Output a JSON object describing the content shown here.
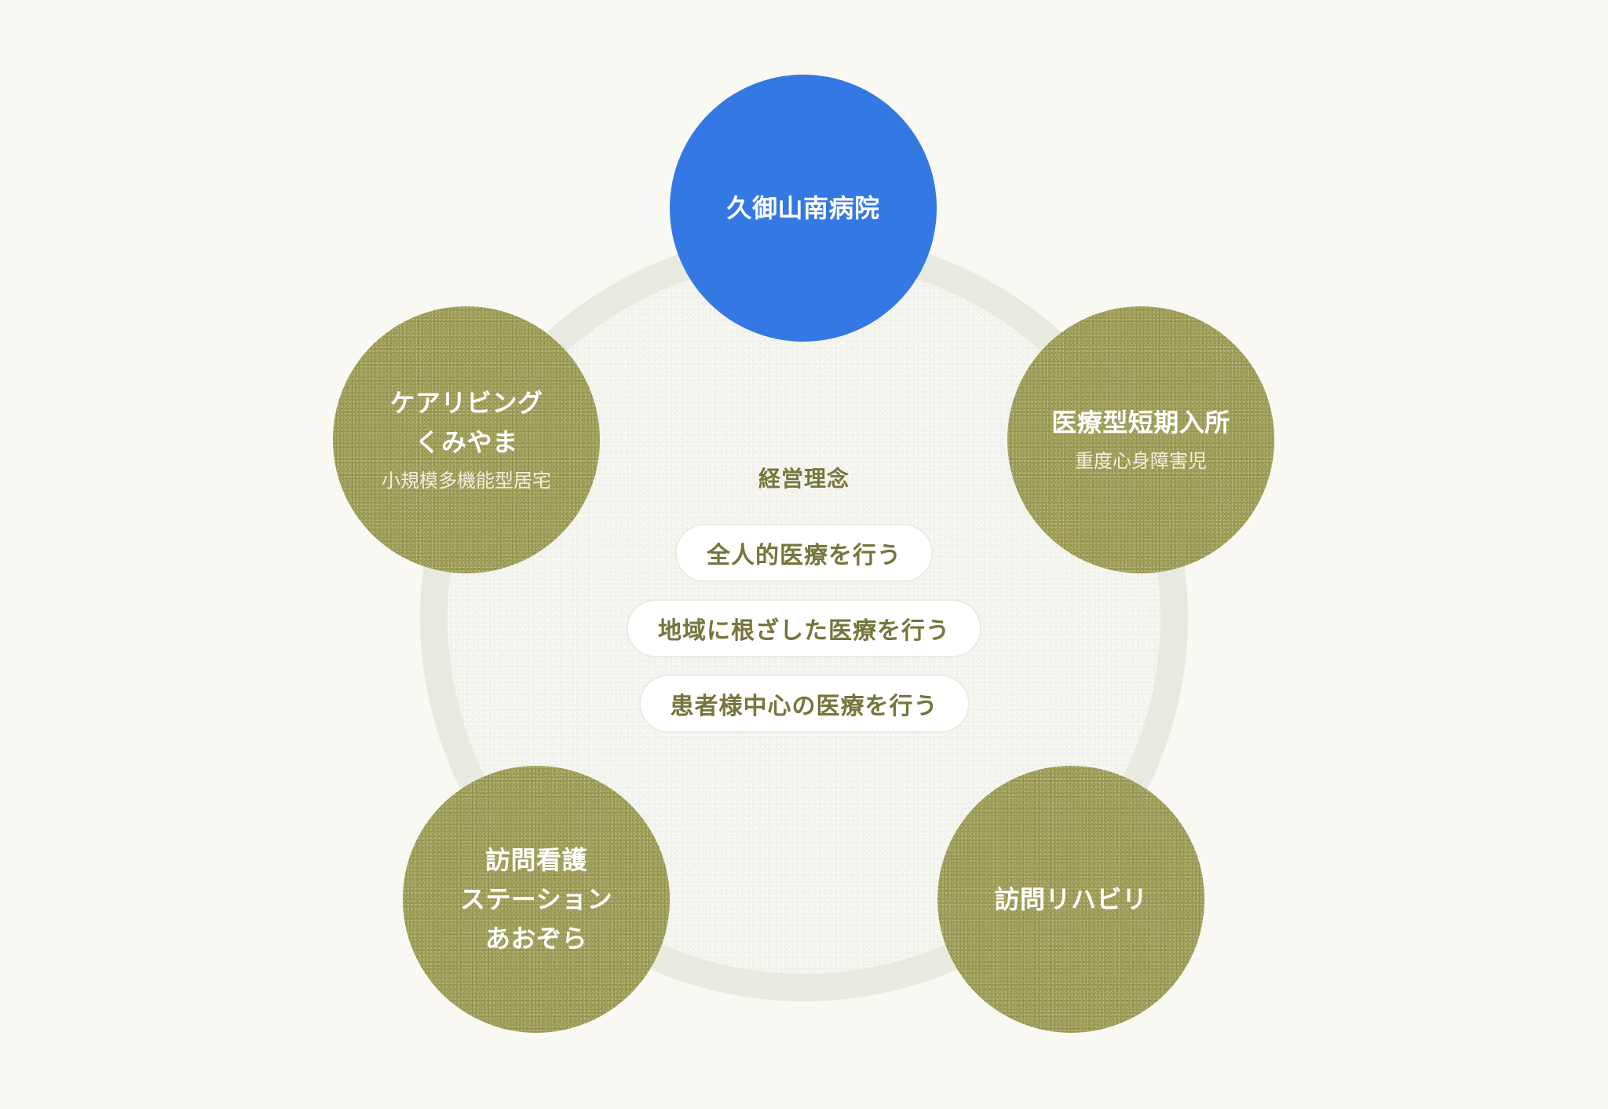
{
  "colors": {
    "background": "#F9F8F3",
    "ring": "#E9EADF",
    "inner_disc": "#F2F2EC",
    "hub_blue": "#3479E3",
    "olive": "#9A9A55",
    "olive_text": "#76753C",
    "pill_bg": "#FFFFFF"
  },
  "center": {
    "heading": "経営理念",
    "principles": [
      "全人的医療を行う",
      "地域に根ざした医療を行う",
      "患者様中心の医療を行う"
    ]
  },
  "nodes": {
    "top": {
      "title_lines": [
        "久御山南病院"
      ],
      "subtitle": null
    },
    "left": {
      "title_lines": [
        "ケアリビング",
        "くみやま"
      ],
      "subtitle": "小規模多機能型居宅"
    },
    "right": {
      "title_lines": [
        "医療型短期入所"
      ],
      "subtitle": "重度心身障害児"
    },
    "bottom_left": {
      "title_lines": [
        "訪問看護",
        "ステーション",
        "あおぞら"
      ],
      "subtitle": null
    },
    "bottom_right": {
      "title_lines": [
        "訪問リハビリ"
      ],
      "subtitle": null
    }
  }
}
